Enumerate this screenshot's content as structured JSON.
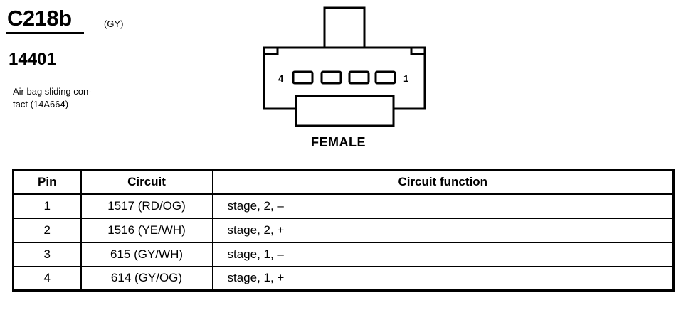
{
  "connector": {
    "id": "C218b",
    "color": "(GY)",
    "part_number": "14401",
    "description_lines": [
      "Air bag sliding con-",
      "tact (14A664)"
    ]
  },
  "diagram": {
    "pin_label_left": "4",
    "pin_label_right": "1",
    "view": "FEMALE"
  },
  "table": {
    "headers": [
      "Pin",
      "Circuit",
      "Circuit function"
    ],
    "rows": [
      {
        "pin": "1",
        "circuit": "1517 (RD/OG)",
        "function": "stage, 2, –"
      },
      {
        "pin": "2",
        "circuit": "1516 (YE/WH)",
        "function": "stage, 2, +"
      },
      {
        "pin": "3",
        "circuit": "615 (GY/WH)",
        "function": "stage, 1, –"
      },
      {
        "pin": "4",
        "circuit": "614 (GY/OG)",
        "function": "stage, 1, +"
      }
    ]
  }
}
